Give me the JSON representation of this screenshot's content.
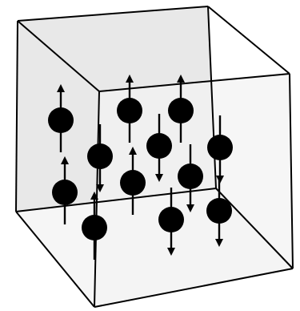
{
  "diagram": {
    "colors": {
      "background": "#ffffff",
      "left_wall": "#d2d2d2",
      "back_wall": "#e8e8e8",
      "floor": "#f6f6f6",
      "right_wall": "#f3f3f3",
      "edge": "#000000",
      "particle": "#000000"
    },
    "particles": [
      {
        "spin": "up"
      },
      {
        "spin": "up"
      },
      {
        "spin": "down"
      },
      {
        "spin": "up"
      },
      {
        "spin": "up"
      },
      {
        "spin": "down"
      },
      {
        "spin": "up"
      },
      {
        "spin": "down"
      },
      {
        "spin": "down"
      },
      {
        "spin": "up"
      },
      {
        "spin": "down"
      },
      {
        "spin": "down"
      }
    ]
  }
}
